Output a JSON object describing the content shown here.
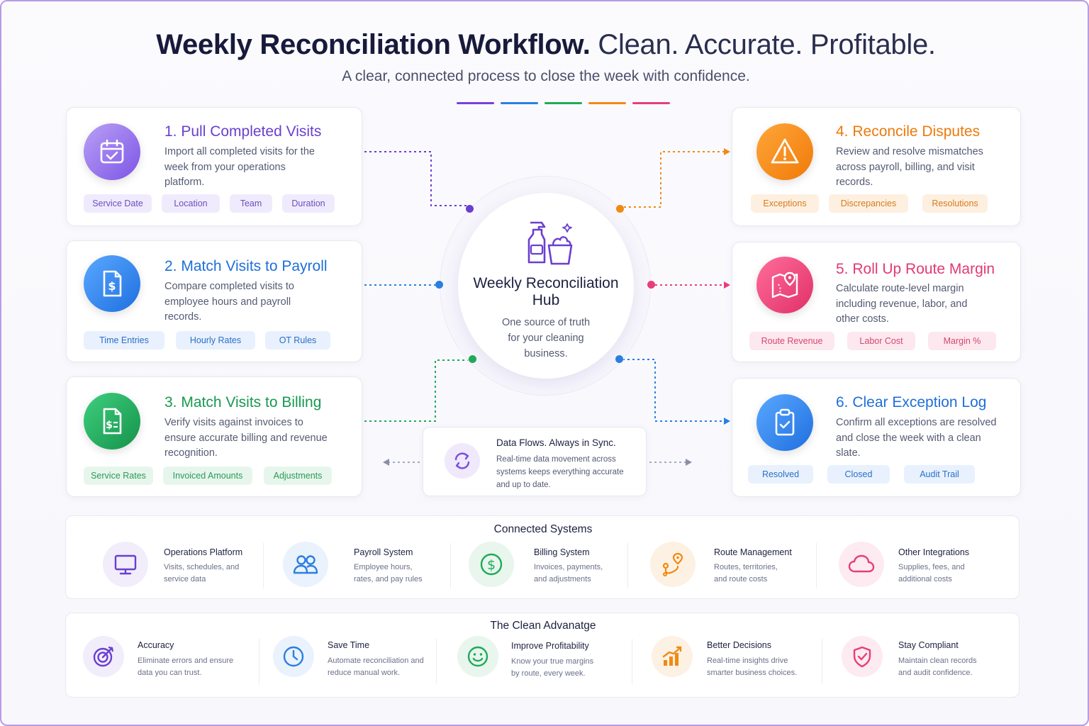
{
  "header": {
    "title_bold": "Weekly Reconciliation Workflow.",
    "title_light": " Clean. Accurate. Profitable.",
    "subtitle": "A clear, connected process to close the week with confidence."
  },
  "colors": {
    "purple": "#7a3fe0",
    "blue": "#2a7fe0",
    "green": "#1faa5a",
    "orange": "#f08a12",
    "pink": "#e83e78"
  },
  "steps": [
    {
      "title": "1. Pull Completed Visits",
      "description": "Import all completed visits for the week from your operations platform.",
      "icon": "calendar-check-icon",
      "tags": [
        "Service Date",
        "Location",
        "Team",
        "Duration"
      ]
    },
    {
      "title": "2. Match Visits to Payroll",
      "description": "Compare completed visits to employee hours and payroll records.",
      "icon": "dollar-document-icon",
      "tags": [
        "Time Entries",
        "Hourly Rates",
        "OT Rules"
      ]
    },
    {
      "title": "3. Match Visits to Billing",
      "description": "Verify visits against invoices to ensure accurate billing and revenue recognition.",
      "icon": "invoice-icon",
      "tags": [
        "Service Rates",
        "Invoiced Amounts",
        "Adjustments"
      ]
    },
    {
      "title": "4. Reconcile Disputes",
      "description": "Review and resolve mismatches across payroll, billing, and visit records.",
      "icon": "warning-icon",
      "tags": [
        "Exceptions",
        "Discrepancies",
        "Resolutions"
      ]
    },
    {
      "title": "5. Roll Up Route Margin",
      "description": "Calculate route-level margin including revenue, labor, and other costs.",
      "icon": "map-pin-icon",
      "tags": [
        "Route Revenue",
        "Labor Cost",
        "Margin %"
      ]
    },
    {
      "title": "6. Clear Exception Log",
      "description": "Confirm all exceptions are resolved and close the week with a clean slate.",
      "icon": "clipboard-check-icon",
      "tags": [
        "Resolved",
        "Closed",
        "Audit Trail"
      ]
    }
  ],
  "hub": {
    "title": "Weekly Reconciliation Hub",
    "description": "One source of truth for your cleaning business.",
    "icon": "cleaning-supplies-icon"
  },
  "data_flow": {
    "title": "Data Flows. Always in Sync.",
    "description": "Real-time data movement across systems keeps everything accurate and up to date.",
    "icon": "sync-icon"
  },
  "connected_systems": {
    "title": "Connected Systems",
    "items": [
      {
        "title": "Operations Platform",
        "description": "Visits, schedules, and service data",
        "icon": "monitor-icon"
      },
      {
        "title": "Payroll System",
        "description": "Employee hours, rates, and pay rules",
        "icon": "users-icon"
      },
      {
        "title": "Billing System",
        "description": "Invoices, payments, and adjustments",
        "icon": "dollar-circle-icon"
      },
      {
        "title": "Route Management",
        "description": "Routes, territories, and route costs",
        "icon": "route-icon"
      },
      {
        "title": "Other Integrations",
        "description": "Supplies, fees, and additional costs",
        "icon": "cloud-icon"
      }
    ]
  },
  "advantages": {
    "title": "The Clean Advanatge",
    "items": [
      {
        "title": "Accuracy",
        "description": "Eliminate errors and ensure data you can trust.",
        "icon": "target-icon"
      },
      {
        "title": "Save Time",
        "description": "Automate reconciliation and reduce manual work.",
        "icon": "clock-icon"
      },
      {
        "title": "Improve Profitability",
        "description": "Know your true margins by route, every week.",
        "icon": "smile-icon"
      },
      {
        "title": "Better Decisions",
        "description": "Real-time insights drive smarter business choices.",
        "icon": "bar-chart-icon"
      },
      {
        "title": "Stay Compliant",
        "description": "Maintain clean records and audit confidence.",
        "icon": "shield-check-icon"
      }
    ]
  }
}
